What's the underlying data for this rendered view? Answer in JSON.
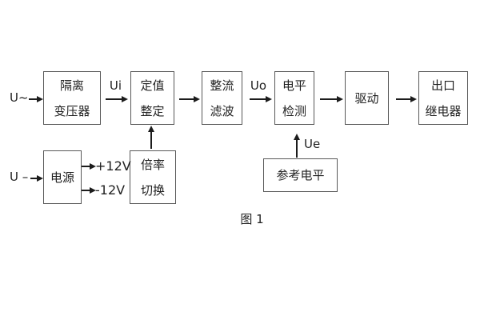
{
  "figure": {
    "caption": "图 1",
    "colors": {
      "background": "#ffffff",
      "box_border": "#585858",
      "text": "#222222",
      "line": "#1c1c1c"
    },
    "labels": {
      "ac_input": "U~",
      "dc_input": "U –",
      "ui": "Ui",
      "uo": "Uo",
      "ue": "Ue",
      "plus12": "+12V",
      "minus12": "-12V"
    },
    "blocks": {
      "isolation_transformer": {
        "line1": "隔离",
        "line2": "变压器"
      },
      "setting_adjust": {
        "line1": "定值",
        "line2": "整定"
      },
      "rectifier_filter": {
        "line1": "整流",
        "line2": "滤波"
      },
      "level_detect": {
        "line1": "电平",
        "line2": "检测"
      },
      "driver": {
        "line1": "驱动"
      },
      "output_relay": {
        "line1": "出口",
        "line2": "继电器"
      },
      "power_supply": {
        "line1": "电源"
      },
      "ratio_switch": {
        "line1": "倍率",
        "line2": "切换"
      },
      "reference_level": {
        "line1": "参考电平"
      }
    }
  }
}
